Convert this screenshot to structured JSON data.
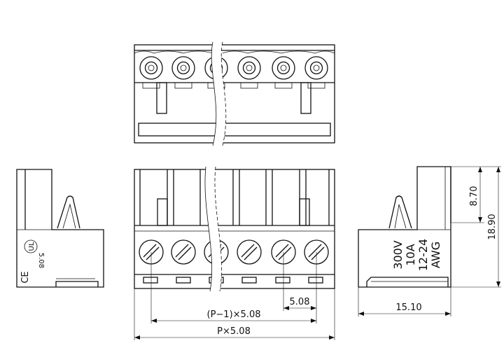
{
  "dimensions": {
    "pitch_total": "(P−1)×5.08",
    "pitch_single": "5.08",
    "overall_width": "P×5.08",
    "side_height_upper": "8.70",
    "side_height_total": "18.90",
    "side_depth": "15.10"
  },
  "markings": {
    "voltage": "300V",
    "current": "10A",
    "wire_gauge": "12-24",
    "wire_unit": "AWG",
    "left_pitch_mark": "5.08",
    "ce_mark": "CE",
    "ul_mark": "UL"
  }
}
